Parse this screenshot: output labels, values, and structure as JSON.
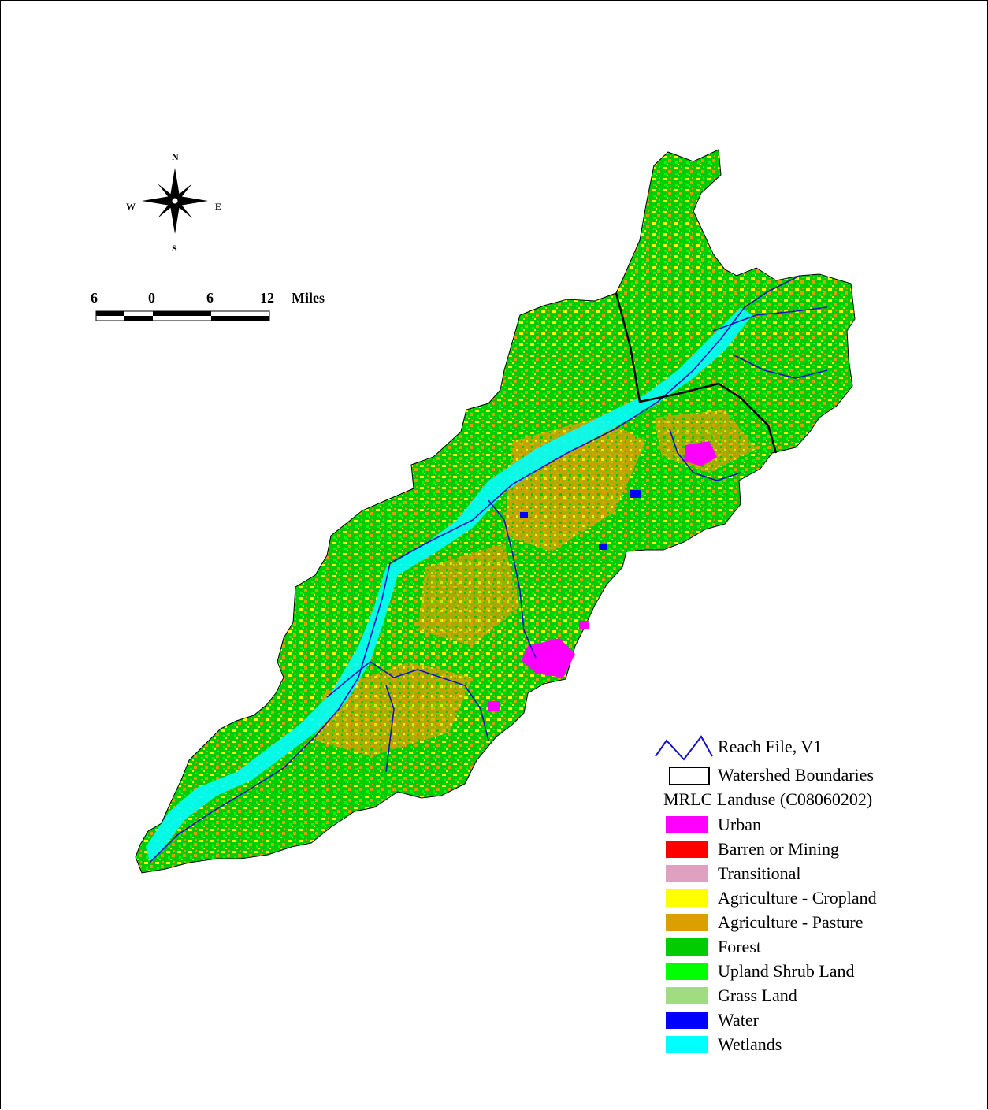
{
  "compass": {
    "north": "N",
    "south": "S",
    "east": "E",
    "west": "W"
  },
  "scale_bar": {
    "labels": [
      "6",
      "0",
      "6",
      "12"
    ],
    "units": "Miles"
  },
  "legend": {
    "reach_label": "Reach File, V1",
    "boundary_label": "Watershed Boundaries",
    "landuse_title": "MRLC Landuse (C08060202)",
    "classes": [
      {
        "label": "Urban",
        "color": "#ff00ff"
      },
      {
        "label": "Barren or Mining",
        "color": "#ff0000"
      },
      {
        "label": "Transitional",
        "color": "#e0a0c0"
      },
      {
        "label": "Agriculture - Cropland",
        "color": "#ffff00"
      },
      {
        "label": "Agriculture - Pasture",
        "color": "#d9a000"
      },
      {
        "label": "Forest",
        "color": "#00cc00"
      },
      {
        "label": "Upland Shrub Land",
        "color": "#00ff00"
      },
      {
        "label": "Grass Land",
        "color": "#a0dc80"
      },
      {
        "label": "Water",
        "color": "#0000ff"
      },
      {
        "label": "Wetlands",
        "color": "#00ffff"
      }
    ]
  }
}
